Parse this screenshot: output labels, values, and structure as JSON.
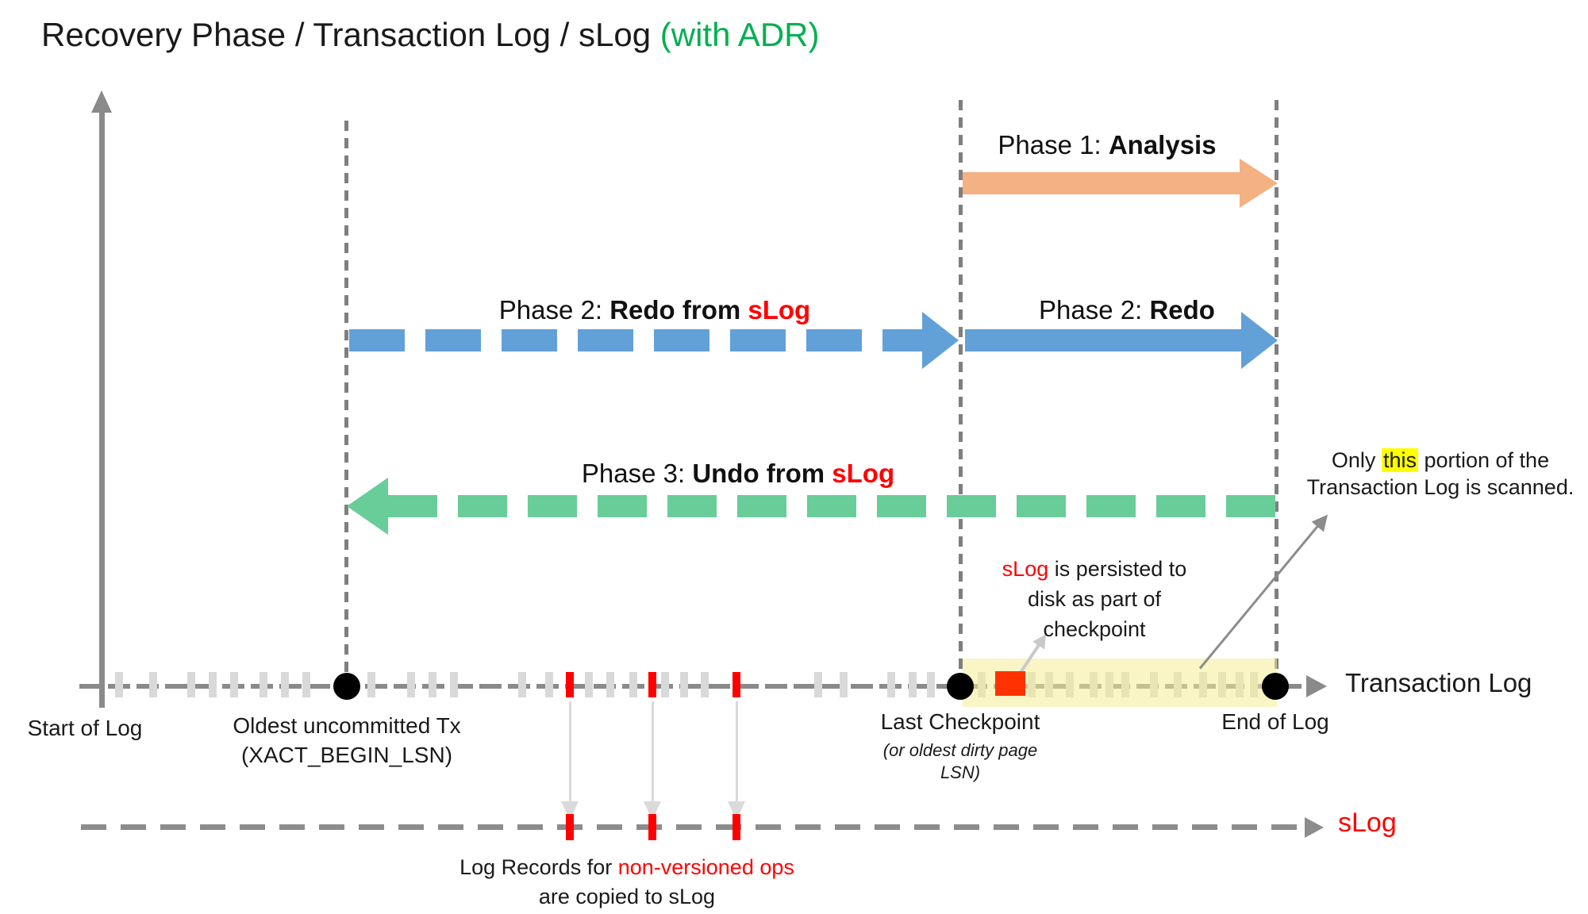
{
  "title": {
    "main": "Recovery Phase / Transaction Log / sLog ",
    "suffix": "(with ADR)"
  },
  "colors": {
    "accent_green_title": "#00B050",
    "phase1_orange": "#F4B183",
    "phase2_blue": "#62a0d8",
    "phase3_green": "#68CD98",
    "red": "#FF0000",
    "checkpoint_rect_red": "#FF3200",
    "tick_gray": "#D9D9D9",
    "line_gray": "#8A8A8A",
    "highlight_yellow": "#FFFF00",
    "scanned_band_yellow": "rgba(246,237,150,0.55)"
  },
  "phases": {
    "phase1": {
      "prefix": "Phase 1: ",
      "name": "Analysis"
    },
    "phase2_slog": {
      "prefix": "Phase 2: ",
      "bold": "Redo from ",
      "red": "sLog"
    },
    "phase2": {
      "prefix": "Phase 2: ",
      "bold": "Redo"
    },
    "phase3": {
      "prefix": "Phase 3: ",
      "bold": "Undo from ",
      "red": "sLog"
    }
  },
  "annotations": {
    "scanned": {
      "before": "Only ",
      "highlight": "this",
      "after": " portion of the",
      "line2": "Transaction Log is scanned."
    },
    "persisted": {
      "red": "sLog",
      "line1_rest": " is persisted to",
      "line2": "disk as part of",
      "line3": "checkpoint"
    },
    "copied": {
      "black": "Log Records for ",
      "red": "non-versioned ops",
      "line2": "are copied to sLog"
    }
  },
  "timeline": {
    "label": "Transaction Log",
    "start_label": "Start of Log",
    "oldest_label": "Oldest uncommitted Tx",
    "oldest_sub": "(XACT_BEGIN_LSN)",
    "checkpoint_label": "Last Checkpoint",
    "checkpoint_sub": [
      "(or oldest dirty page",
      "LSN)"
    ],
    "end_label": "End of Log",
    "dot_positions": [
      437,
      1210,
      1607
    ],
    "gray_ticks": [
      150,
      193,
      241,
      268,
      295,
      332,
      359,
      386,
      468,
      518,
      545,
      572,
      658,
      692,
      742,
      769,
      798,
      838,
      862,
      888,
      1031,
      1063,
      1123,
      1150,
      1173,
      1237,
      1300,
      1322,
      1348,
      1378,
      1398,
      1418,
      1454,
      1484,
      1516,
      1540,
      1562,
      1580
    ],
    "red_ticks": [
      718,
      822,
      928
    ]
  },
  "slog": {
    "label": "sLog",
    "red_ticks": [
      718,
      822,
      928
    ]
  }
}
